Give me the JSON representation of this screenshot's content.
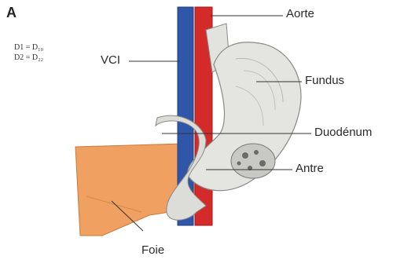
{
  "panel_letter": "A",
  "legend": [
    "D1 = D₁₀",
    "D2 = D₂₂"
  ],
  "labels": {
    "aorte": "Aorte",
    "vci": "VCI",
    "fundus": "Fundus",
    "duodenum": "Duodénum",
    "antre": "Antre",
    "foie": "Foie"
  },
  "colors": {
    "vci": "#2f56a8",
    "aorta": "#d42a2a",
    "liver": "#f0a060",
    "stomach": "#e4e4e0",
    "line": "#333333"
  }
}
